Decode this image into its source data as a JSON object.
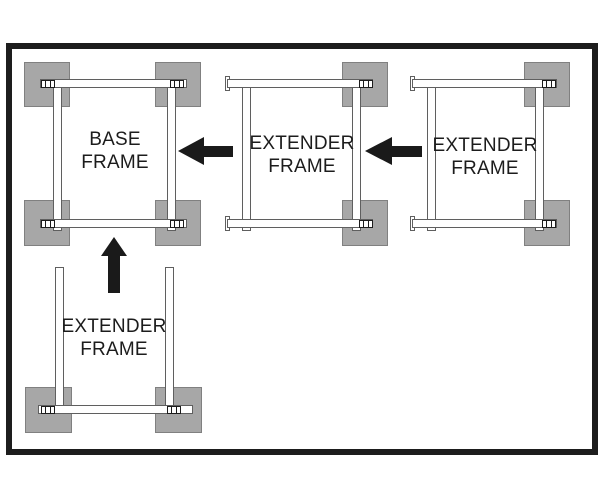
{
  "colors": {
    "background": "#ffffff",
    "border": "#1d1d1d",
    "pad_fill": "#a7a7a7",
    "pad_border": "#808080",
    "bar_fill": "#ffffff",
    "bar_border": "#5f5f5f",
    "arrow": "#1a1a1a",
    "text": "#1c1c1c"
  },
  "frames": [
    {
      "name": "base-frame",
      "line1": "BASE",
      "line2": "FRAME"
    },
    {
      "name": "extender-frame-middle",
      "line1": "EXTENDER",
      "line2": "FRAME"
    },
    {
      "name": "extender-frame-right",
      "line1": "EXTENDER",
      "line2": "FRAME"
    },
    {
      "name": "extender-frame-bottom",
      "line1": "EXTENDER",
      "line2": "FRAME"
    }
  ],
  "arrows": [
    {
      "name": "arrow-middle-to-base",
      "direction": "left"
    },
    {
      "name": "arrow-right-to-middle",
      "direction": "left"
    },
    {
      "name": "arrow-bottom-to-base",
      "direction": "up"
    }
  ]
}
